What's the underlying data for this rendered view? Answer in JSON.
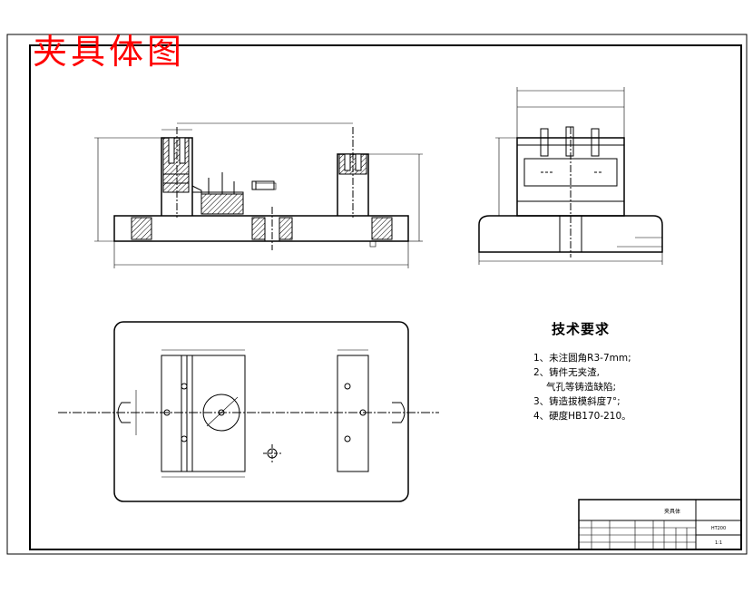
{
  "drawing_title": "夹具体图",
  "technical_requirements": {
    "title": "技术要求",
    "items": [
      "1、未注圆角R3-7mm;",
      "2、铸件无夹渣,",
      "气孔等铸造缺陷;",
      "3、铸造拔模斜度7°;",
      "4、硬度HB170-210。"
    ]
  },
  "title_block": {
    "part_name": "夹具体",
    "material": "HT200",
    "scale": "1:1"
  },
  "colors": {
    "title": "#ff0000",
    "lines": "#000000",
    "hatch": "#000000",
    "background": "#ffffff"
  }
}
